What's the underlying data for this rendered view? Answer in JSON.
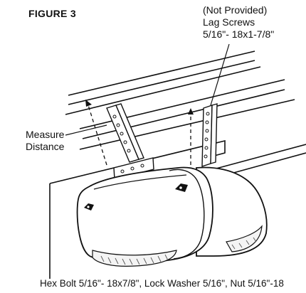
{
  "figure": {
    "title": "FIGURE 3",
    "callouts": {
      "not_provided": "(Not Provided)",
      "lag_screws": "Lag Screws",
      "lag_screw_size": "5/16\"- 18x1-7/8\"",
      "measure": "Measure",
      "distance": "Distance",
      "hardware": "Hex Bolt 5/16\"- 18x7/8\", Lock Washer 5/16\", Nut 5/16\"-18"
    }
  }
}
